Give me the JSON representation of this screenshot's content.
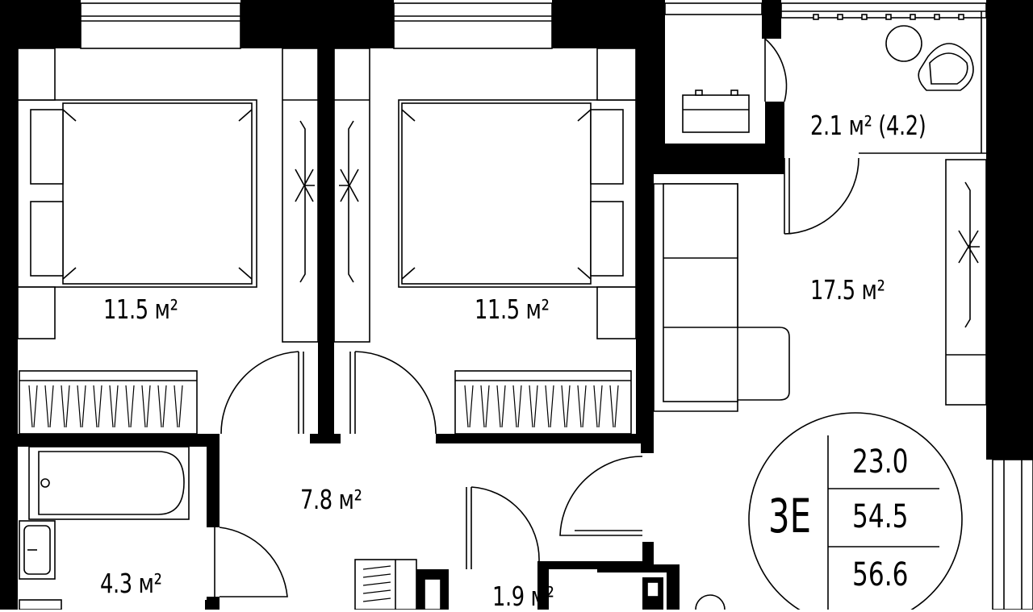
{
  "rooms": [
    {
      "id": "bedroom-1",
      "area": "11.5 м²"
    },
    {
      "id": "bedroom-2",
      "area": "11.5 м²"
    },
    {
      "id": "balcony",
      "area": "2.1 м² (4.2)"
    },
    {
      "id": "living-room",
      "area": "17.5 м²"
    },
    {
      "id": "hallway",
      "area": "7.8 м²"
    },
    {
      "id": "bathroom",
      "area": "4.3 м²"
    },
    {
      "id": "toilet",
      "area": "1.9 м²"
    }
  ],
  "badge": {
    "code": "3E",
    "values": [
      "23.0",
      "54.5",
      "56.6"
    ]
  },
  "colors": {
    "wall": "#000000",
    "background": "#ffffff"
  }
}
